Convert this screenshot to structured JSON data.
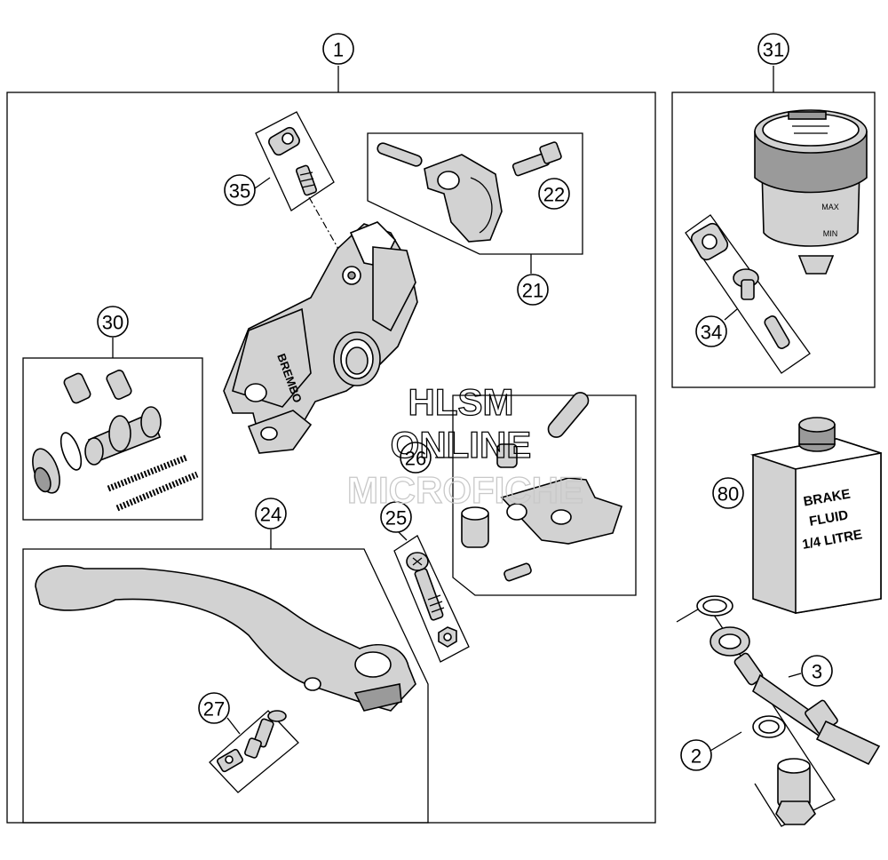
{
  "callouts": {
    "c1": "1",
    "c2": "2",
    "c3": "3",
    "c21": "21",
    "c22": "22",
    "c24": "24",
    "c25": "25",
    "c26": "26",
    "c27": "27",
    "c30": "30",
    "c31": "31",
    "c34": "34",
    "c35": "35",
    "c80": "80"
  },
  "fluid_label": {
    "line1": "BRAKE",
    "line2": "FLUID",
    "line3": "1/4 LITRE"
  },
  "master_cylinder_brand": "BREMBO",
  "reservoir": {
    "max": "MAX",
    "min": "MIN"
  },
  "watermark": {
    "line1": "HLSM",
    "line2": "ONLINE",
    "line3": "MICROFICHE"
  }
}
